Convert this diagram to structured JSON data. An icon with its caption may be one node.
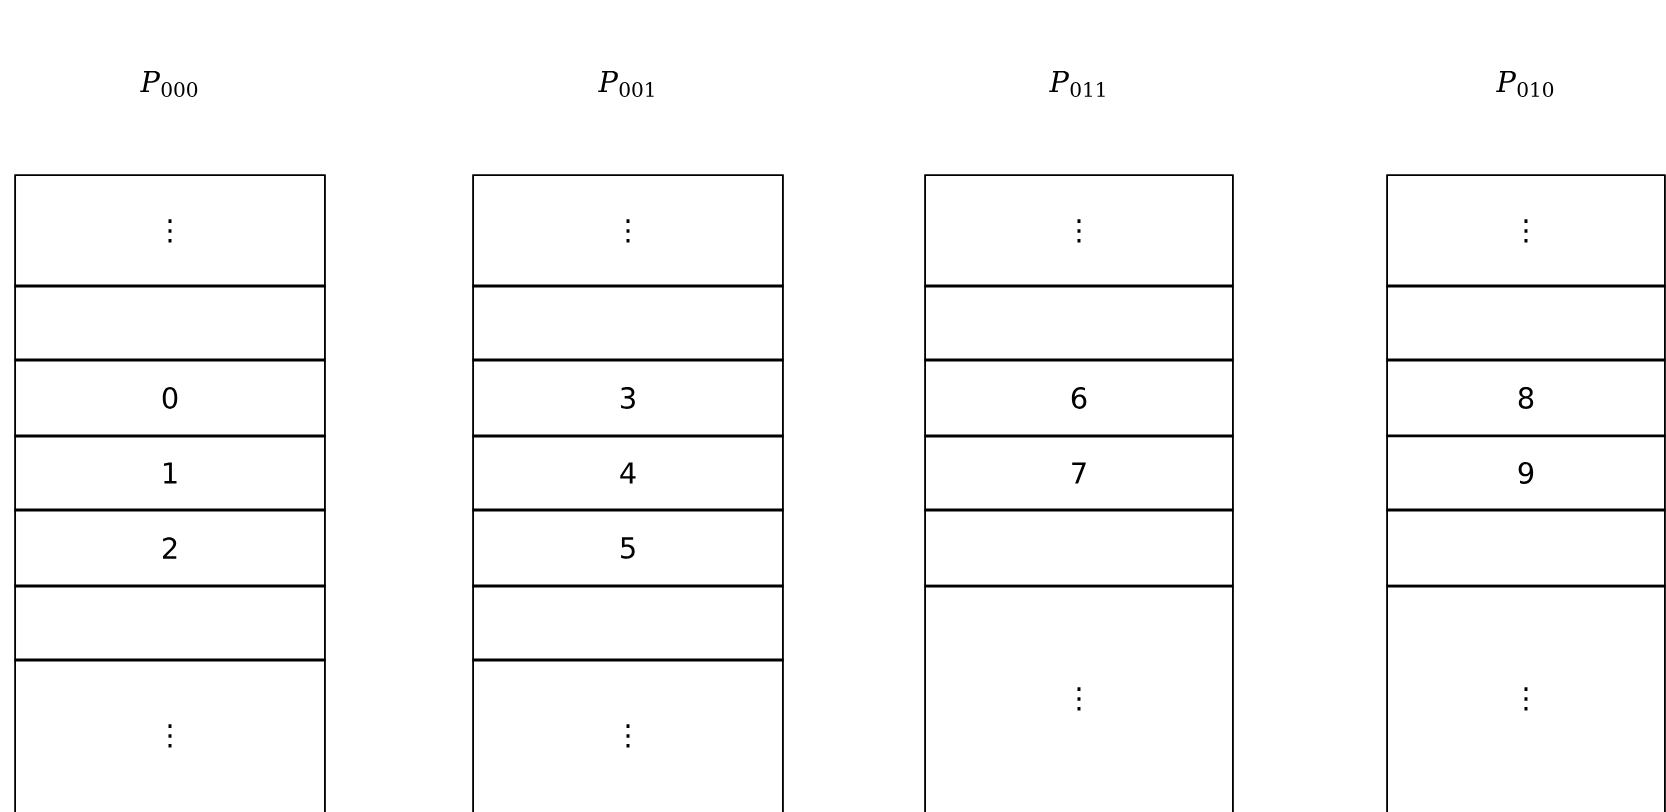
{
  "diagram": {
    "nodes": [
      {
        "text": [
          "*P*$_{000}$"
        ]
      },
      {
        "text": [
          "⋮"
        ],
        "in": 0
      },
      {
        "text": [],
        "shape": "box",
        "in": 0
      },
      {
        "text": [
          "0"
        ],
        "in": 0
      },
      {
        "text": [
          "1"
        ],
        "in": 0
      },
      {
        "text": [
          "2"
        ],
        "in": 0
      },
      {
        "text": [],
        "shape": "box",
        "in": 0
      },
      {
        "text": [
          "⋮"
        ],
        "in": 0
      },
      {
        "text": [
          "*P*$_{001}$"
        ]
      },
      {
        "text": [
          "⋮"
        ],
        "in": 8
      },
      {
        "text": [],
        "shape": "box",
        "in": 8
      },
      {
        "text": [
          "3"
        ],
        "in": 8
      },
      {
        "text": [
          "4"
        ],
        "in": 8
      },
      {
        "text": [
          "5"
        ],
        "in": 8
      },
      {
        "text": [],
        "shape": "box",
        "in": 8
      },
      {
        "text": [
          "⋮"
        ],
        "in": 8
      },
      {
        "text": [
          "*P*$_{011}$"
        ]
      },
      {
        "text": [
          "⋮"
        ],
        "in": 16
      },
      {
        "text": [],
        "shape": "box",
        "in": 16
      },
      {
        "text": [
          "6"
        ],
        "in": 16
      },
      {
        "text": [
          "7"
        ],
        "in": 16
      },
      {
        "text": [],
        "shape": "box",
        "in": 16
      },
      {
        "text": [
          "⋮"
        ],
        "in": 16
      },
      {
        "text": [
          "*P*$_{010}$"
        ]
      },
      {
        "text": [
          "⋮"
        ],
        "in": 23
      },
      {
        "text": [],
        "shape": "box",
        "in": 23
      },
      {
        "text": [
          "8"
        ],
        "in": 23
      },
      {
        "text": [
          "9"
        ],
        "in": 23
      },
      {
        "text": [],
        "shape": "box",
        "in": 23
      },
      {
        "text": [
          "⋮"
        ],
        "in": 23
      }
    ]
  }
}
